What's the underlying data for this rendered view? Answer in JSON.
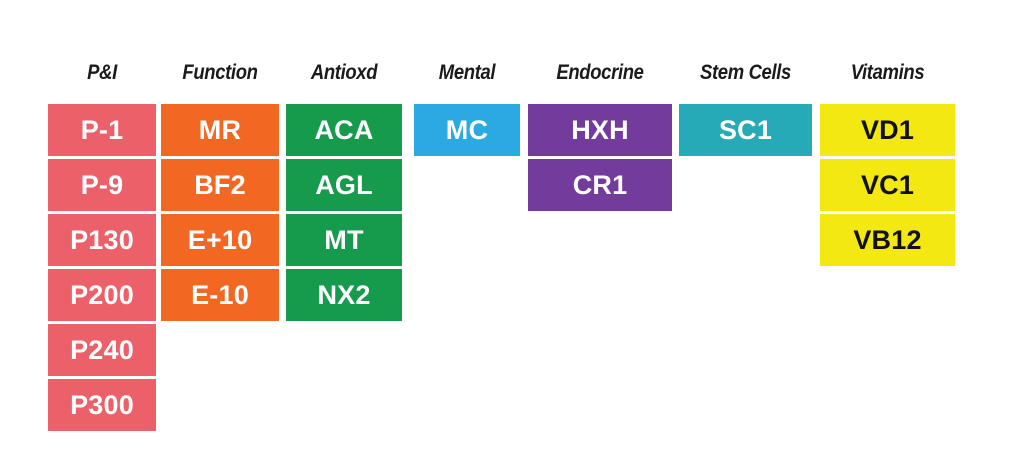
{
  "diagram": {
    "type": "category-block-grid",
    "background": "#ffffff",
    "columns": [
      {
        "header": "P&I",
        "color": "#EC6069",
        "text_color": "#ffffff",
        "items": [
          "P-1",
          "P-9",
          "P130",
          "P200",
          "P240",
          "P300"
        ]
      },
      {
        "header": "Function",
        "color": "#F26722",
        "text_color": "#ffffff",
        "items": [
          "MR",
          "BF2",
          "E+10",
          "E-10"
        ]
      },
      {
        "header": "Antioxd",
        "color": "#169B4C",
        "text_color": "#ffffff",
        "items": [
          "ACA",
          "AGL",
          "MT",
          "NX2"
        ]
      },
      {
        "header": "Mental",
        "color": "#2BAAE2",
        "text_color": "#ffffff",
        "items": [
          "MC"
        ]
      },
      {
        "header": "Endocrine",
        "color": "#733B9B",
        "text_color": "#ffffff",
        "items": [
          "HXH",
          "CR1"
        ]
      },
      {
        "header": "Stem Cells",
        "color": "#27AAB8",
        "text_color": "#ffffff",
        "items": [
          "SC1"
        ]
      },
      {
        "header": "Vitamins",
        "color": "#F3E811",
        "text_color": "#111111",
        "items": [
          "VD1",
          "VC1",
          "VB12"
        ]
      }
    ]
  }
}
